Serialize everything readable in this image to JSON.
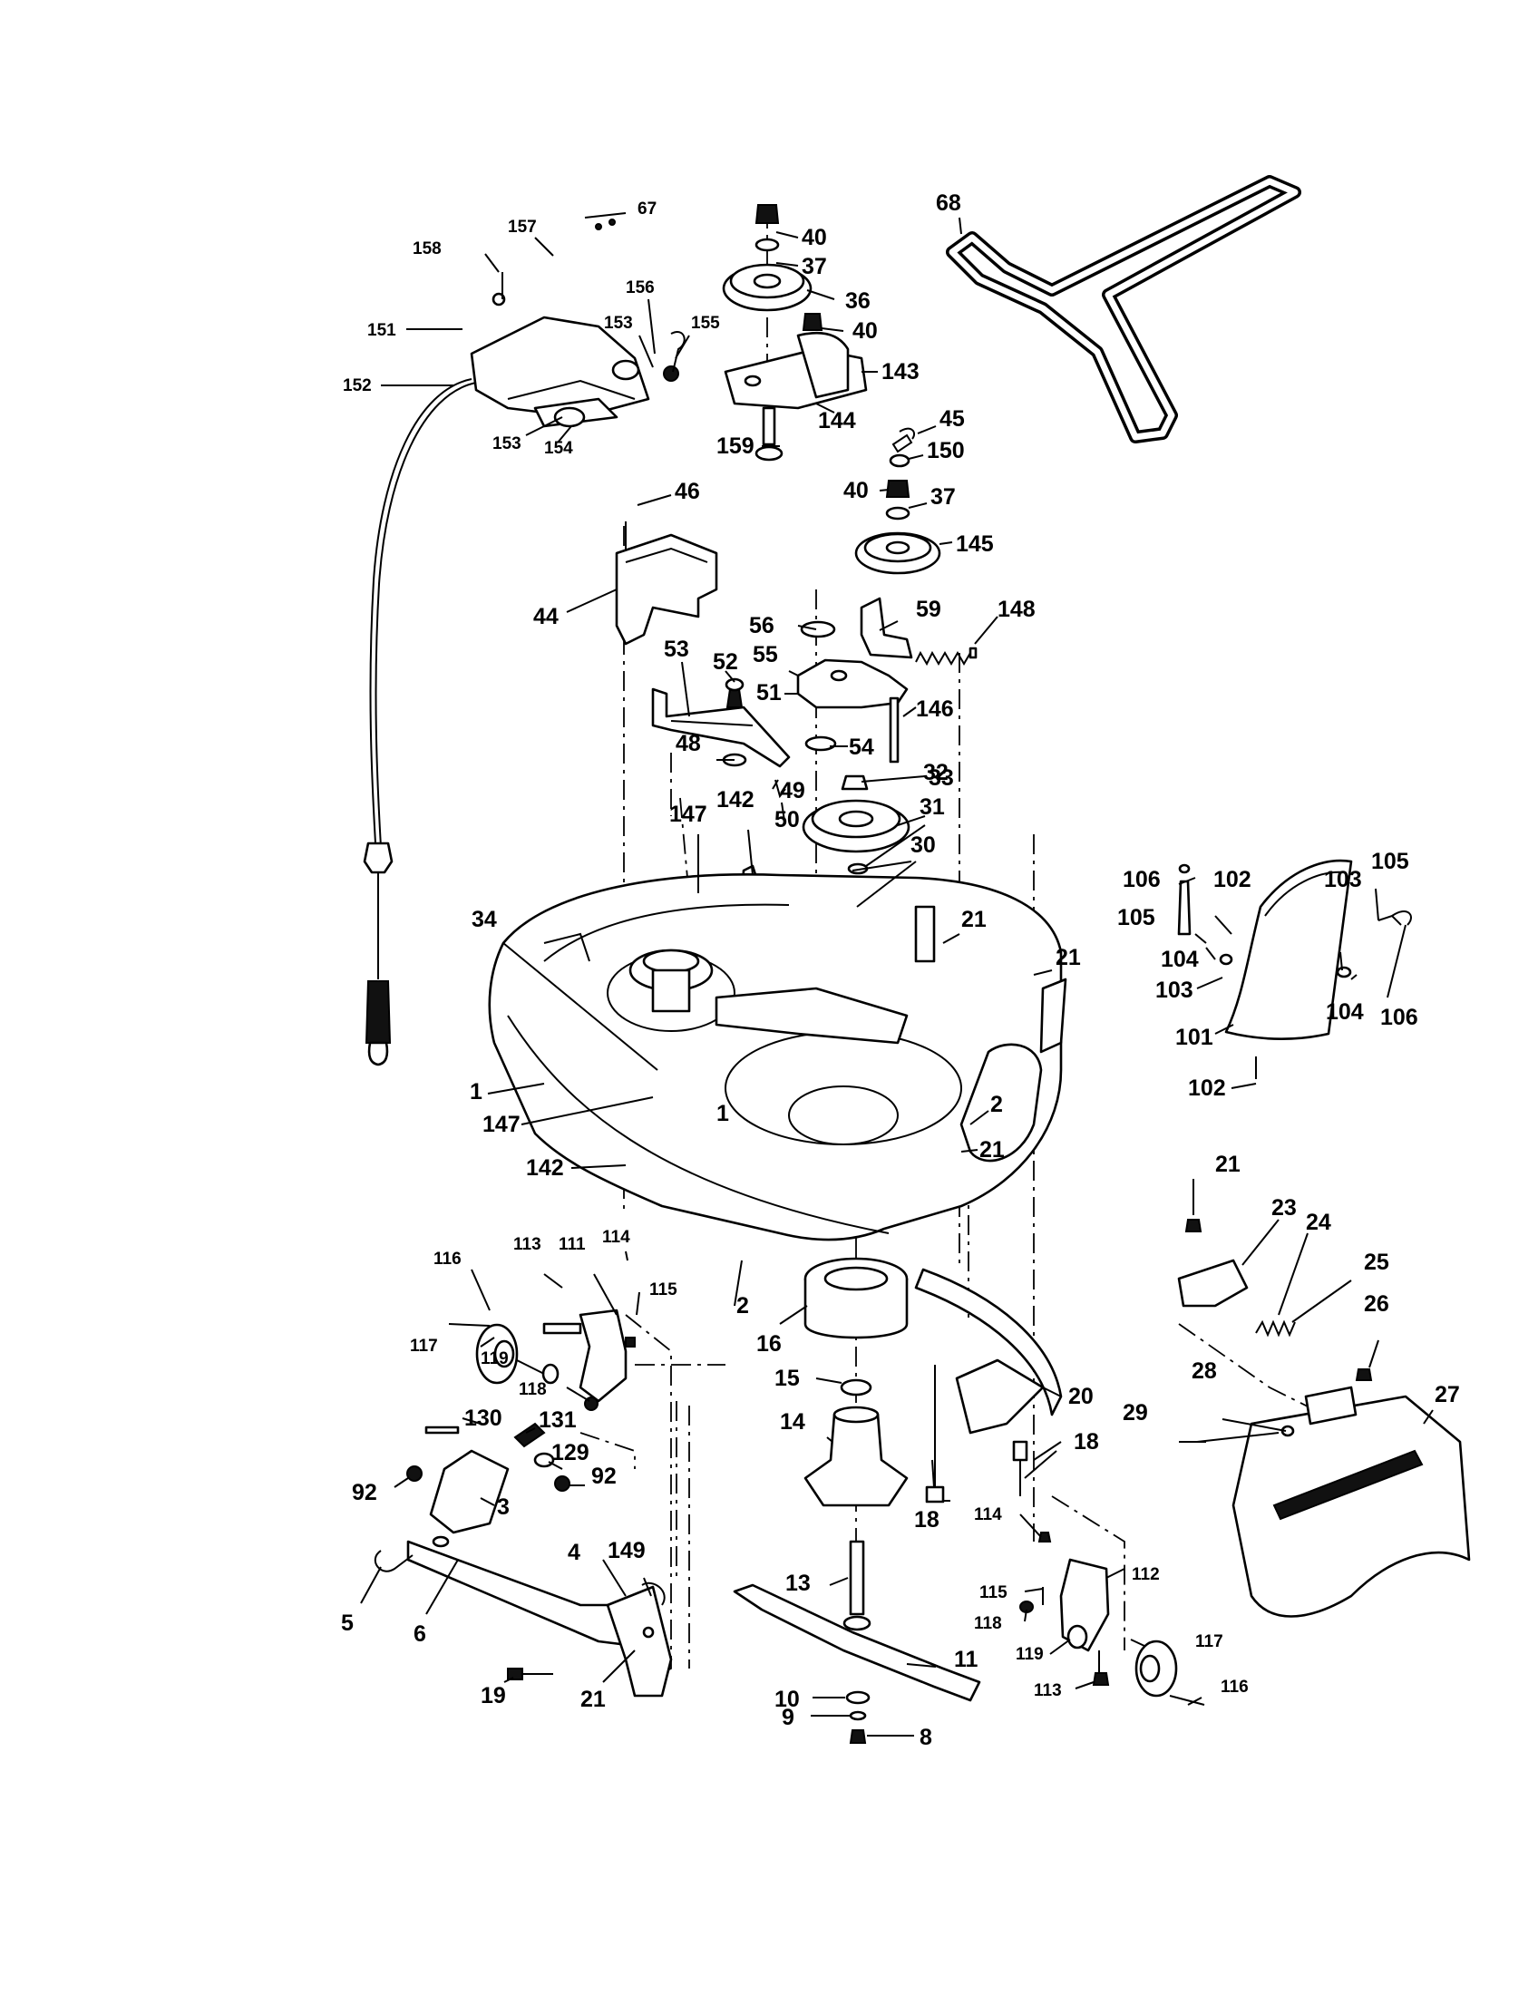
{
  "diagram": {
    "labels": [
      {
        "id": "67",
        "text": "67"
      },
      {
        "id": "157",
        "text": "157"
      },
      {
        "id": "158",
        "text": "158"
      },
      {
        "id": "156",
        "text": "156"
      },
      {
        "id": "153a",
        "text": "153"
      },
      {
        "id": "155",
        "text": "155"
      },
      {
        "id": "151",
        "text": "151"
      },
      {
        "id": "152",
        "text": "152"
      },
      {
        "id": "153b",
        "text": "153"
      },
      {
        "id": "154",
        "text": "154"
      },
      {
        "id": "40a",
        "text": "40"
      },
      {
        "id": "37a",
        "text": "37"
      },
      {
        "id": "36",
        "text": "36"
      },
      {
        "id": "40b",
        "text": "40"
      },
      {
        "id": "143",
        "text": "143"
      },
      {
        "id": "144",
        "text": "144"
      },
      {
        "id": "159",
        "text": "159"
      },
      {
        "id": "68",
        "text": "68"
      },
      {
        "id": "45",
        "text": "45"
      },
      {
        "id": "150",
        "text": "150"
      },
      {
        "id": "40c",
        "text": "40"
      },
      {
        "id": "37b",
        "text": "37"
      },
      {
        "id": "145",
        "text": "145"
      },
      {
        "id": "46",
        "text": "46"
      },
      {
        "id": "44",
        "text": "44"
      },
      {
        "id": "56",
        "text": "56"
      },
      {
        "id": "59",
        "text": "59"
      },
      {
        "id": "148",
        "text": "148"
      },
      {
        "id": "53",
        "text": "53"
      },
      {
        "id": "52",
        "text": "52"
      },
      {
        "id": "55",
        "text": "55"
      },
      {
        "id": "51",
        "text": "51"
      },
      {
        "id": "146",
        "text": "146"
      },
      {
        "id": "54",
        "text": "54"
      },
      {
        "id": "48",
        "text": "48"
      },
      {
        "id": "33",
        "text": "33"
      },
      {
        "id": "49",
        "text": "49"
      },
      {
        "id": "32",
        "text": "32"
      },
      {
        "id": "50",
        "text": "50"
      },
      {
        "id": "147a",
        "text": "147"
      },
      {
        "id": "142a",
        "text": "142"
      },
      {
        "id": "31",
        "text": "31"
      },
      {
        "id": "30",
        "text": "30"
      },
      {
        "id": "34",
        "text": "34"
      },
      {
        "id": "21a",
        "text": "21"
      },
      {
        "id": "21b",
        "text": "21"
      },
      {
        "id": "106a",
        "text": "106"
      },
      {
        "id": "102a",
        "text": "102"
      },
      {
        "id": "103a",
        "text": "103"
      },
      {
        "id": "105a",
        "text": "105"
      },
      {
        "id": "105b",
        "text": "105"
      },
      {
        "id": "104a",
        "text": "104"
      },
      {
        "id": "103b",
        "text": "103"
      },
      {
        "id": "104b",
        "text": "104"
      },
      {
        "id": "106b",
        "text": "106"
      },
      {
        "id": "101",
        "text": "101"
      },
      {
        "id": "102b",
        "text": "102"
      },
      {
        "id": "1a",
        "text": "1"
      },
      {
        "id": "147b",
        "text": "147"
      },
      {
        "id": "1b",
        "text": "1"
      },
      {
        "id": "2a",
        "text": "2"
      },
      {
        "id": "21c",
        "text": "21"
      },
      {
        "id": "142b",
        "text": "142"
      },
      {
        "id": "21d",
        "text": "21"
      },
      {
        "id": "23",
        "text": "23"
      },
      {
        "id": "24",
        "text": "24"
      },
      {
        "id": "25",
        "text": "25"
      },
      {
        "id": "26",
        "text": "26"
      },
      {
        "id": "116a",
        "text": "116"
      },
      {
        "id": "113a",
        "text": "113"
      },
      {
        "id": "111",
        "text": "111"
      },
      {
        "id": "114a",
        "text": "114"
      },
      {
        "id": "115a",
        "text": "115"
      },
      {
        "id": "2b",
        "text": "2"
      },
      {
        "id": "16",
        "text": "16"
      },
      {
        "id": "117a",
        "text": "117"
      },
      {
        "id": "119a",
        "text": "119"
      },
      {
        "id": "118a",
        "text": "118"
      },
      {
        "id": "15",
        "text": "15"
      },
      {
        "id": "20",
        "text": "20"
      },
      {
        "id": "28",
        "text": "28"
      },
      {
        "id": "27",
        "text": "27"
      },
      {
        "id": "29",
        "text": "29"
      },
      {
        "id": "130",
        "text": "130"
      },
      {
        "id": "131",
        "text": "131"
      },
      {
        "id": "14",
        "text": "14"
      },
      {
        "id": "18a",
        "text": "18"
      },
      {
        "id": "129",
        "text": "129"
      },
      {
        "id": "92a",
        "text": "92"
      },
      {
        "id": "92b",
        "text": "92"
      },
      {
        "id": "3",
        "text": "3"
      },
      {
        "id": "18b",
        "text": "18"
      },
      {
        "id": "114b",
        "text": "114"
      },
      {
        "id": "4",
        "text": "4"
      },
      {
        "id": "149",
        "text": "149"
      },
      {
        "id": "13",
        "text": "13"
      },
      {
        "id": "112",
        "text": "112"
      },
      {
        "id": "115b",
        "text": "115"
      },
      {
        "id": "5",
        "text": "5"
      },
      {
        "id": "6",
        "text": "6"
      },
      {
        "id": "118b",
        "text": "118"
      },
      {
        "id": "117b",
        "text": "117"
      },
      {
        "id": "11",
        "text": "11"
      },
      {
        "id": "119b",
        "text": "119"
      },
      {
        "id": "19",
        "text": "19"
      },
      {
        "id": "21e",
        "text": "21"
      },
      {
        "id": "10",
        "text": "10"
      },
      {
        "id": "113b",
        "text": "113"
      },
      {
        "id": "116b",
        "text": "116"
      },
      {
        "id": "9",
        "text": "9"
      },
      {
        "id": "8",
        "text": "8"
      }
    ]
  }
}
